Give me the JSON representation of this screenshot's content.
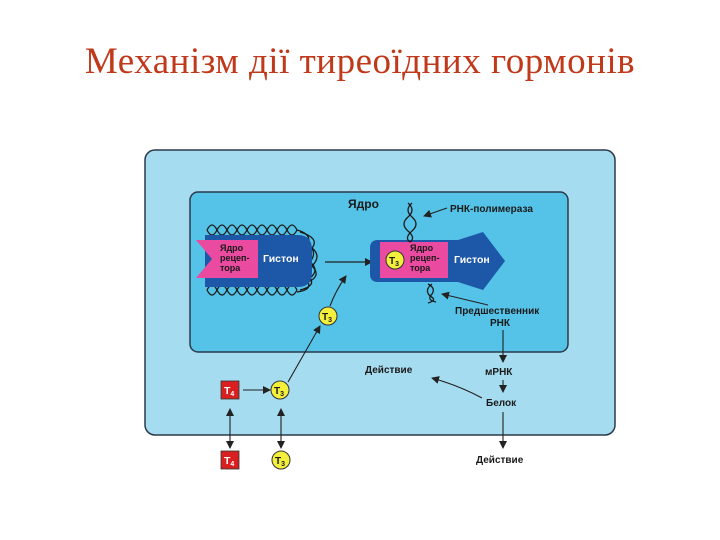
{
  "title": "Механізм дії тиреоїдних гормонів",
  "diagram": {
    "nucleus_label": "Ядро",
    "rna_polymerase_label": "РНК-полимераза",
    "receptor_label_lines": [
      "Ядро",
      "рецеп-",
      "тора"
    ],
    "histone_label": "Гистон",
    "precursor_label_lines": [
      "Предшественник",
      "РНК"
    ],
    "mrna_label": "мРНК",
    "protein_label": "Белок",
    "action_label": "Действие",
    "t3_label": "T",
    "t3_sub": "3",
    "t4_label": "T",
    "t4_sub": "4"
  },
  "colors": {
    "title": "#c0391b",
    "cell_fill": "#a6dcf0",
    "nucleus_fill": "#55c3e8",
    "histone_blue": "#1c57a8",
    "receptor_pink": "#ea4aa0",
    "t3_yellow": "#f4ee3c",
    "t4_red": "#d92020"
  }
}
